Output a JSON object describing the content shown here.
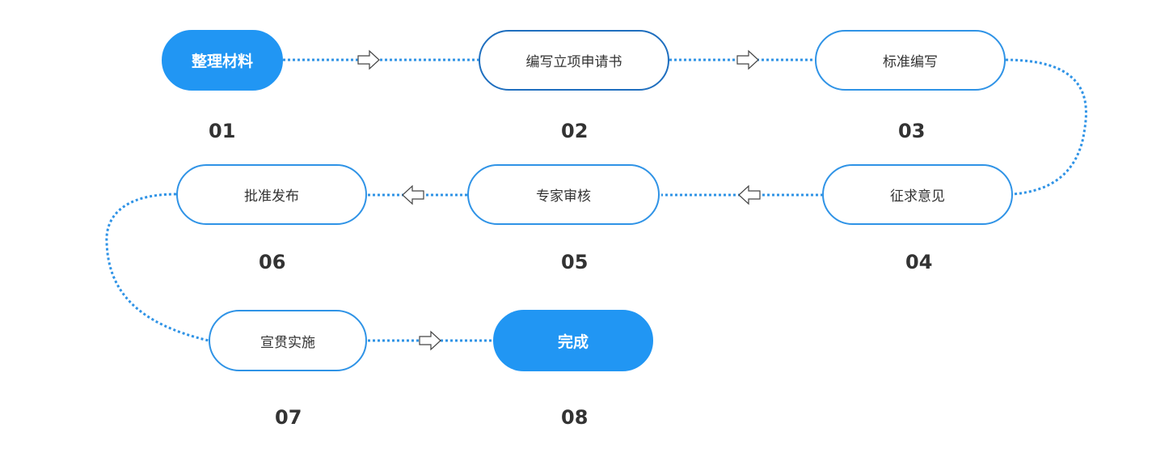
{
  "colors": {
    "accent": "#2196f3",
    "line": "#2f93e6",
    "text": "#333333"
  },
  "steps": [
    {
      "label": "整理材料",
      "number": "01",
      "style": "filled"
    },
    {
      "label": "编写立项申请书",
      "number": "02",
      "style": "outline"
    },
    {
      "label": "标准编写",
      "number": "03",
      "style": "outline"
    },
    {
      "label": "征求意见",
      "number": "04",
      "style": "outline"
    },
    {
      "label": "专家审核",
      "number": "05",
      "style": "outline"
    },
    {
      "label": "批准发布",
      "number": "06",
      "style": "outline"
    },
    {
      "label": "宣贯实施",
      "number": "07",
      "style": "outline"
    },
    {
      "label": "完成",
      "number": "08",
      "style": "filled"
    }
  ],
  "arrow_icon": "hollow-arrow-icon"
}
